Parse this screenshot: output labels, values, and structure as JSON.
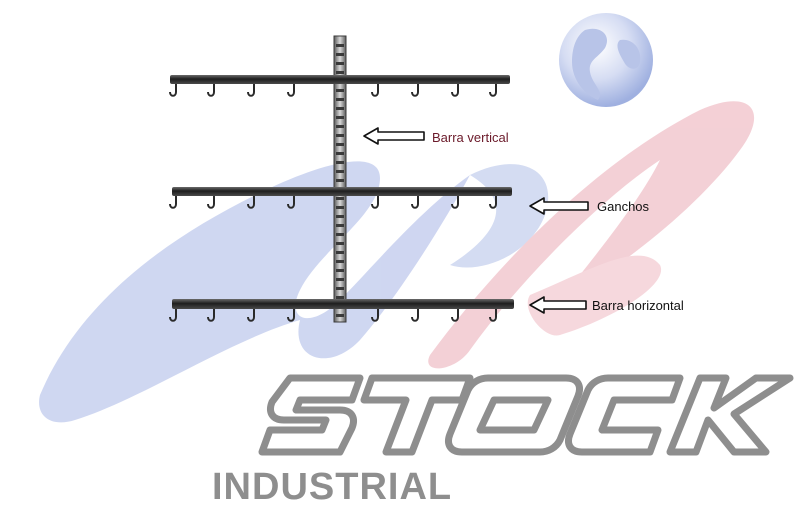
{
  "labels": {
    "vertical_bar": "Barra vertical",
    "hooks": "Ganchos",
    "horizontal_bar": "Barra horizontal"
  },
  "brand": {
    "name": "STOCK",
    "subtitle": "INDUSTRIAL"
  },
  "colors": {
    "bar": "#2e2e2e",
    "watermark_blue": "#c7d0ef",
    "watermark_red": "#f2c8cf",
    "brand_gray": "#8e8e8e",
    "label_vertical": "#6b1a2a"
  },
  "icons": [
    "globe-icon",
    "arrow-left-icon"
  ]
}
